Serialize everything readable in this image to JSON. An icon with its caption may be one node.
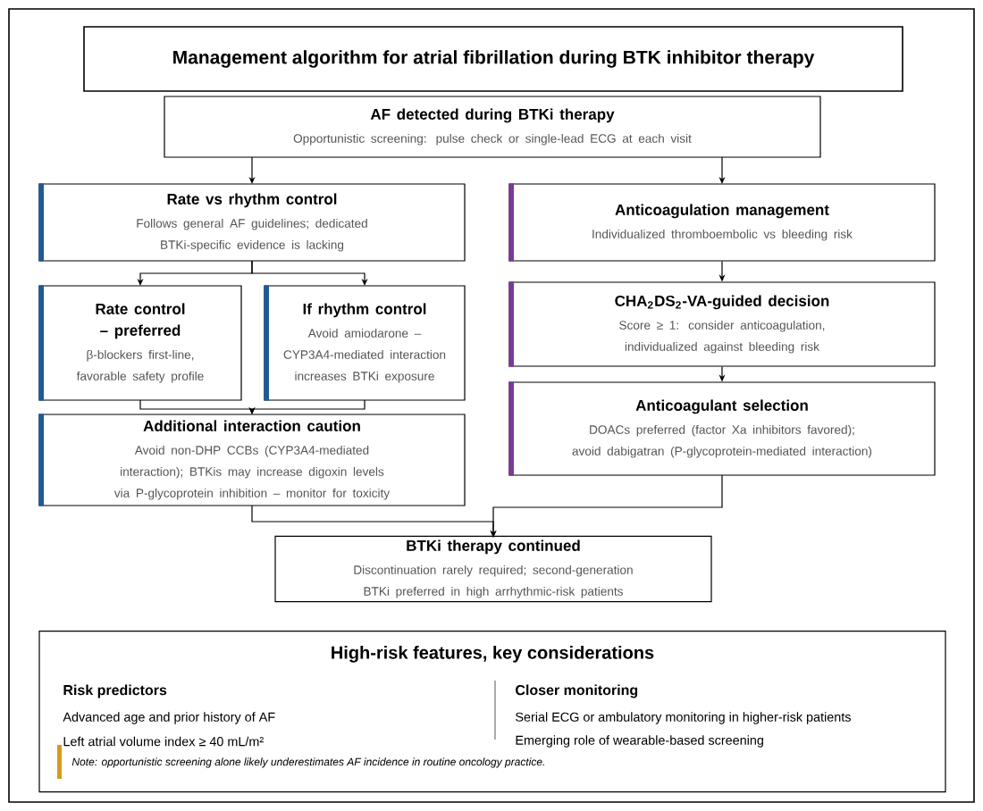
{
  "diagram": {
    "title": "Management algorithm for atrial fibrillation during BTK inhibitor therapy",
    "nodes": [
      {
        "text": [
          "AF detected during BTKi therapy",
          "Opportunistic screening: pulse check or single-lead ECG at each visit"
        ]
      },
      {
        "text": [
          "Rate vs rhythm control",
          "Follows general AF guidelines; dedicated BTKi-specific evidence is lacking"
        ]
      },
      {
        "text": [
          "Rate control – preferred",
          "β-blockers first-line, favorable safety profile"
        ]
      },
      {
        "text": [
          "If rhythm control",
          "Avoid amiodarone – CYP3A4-mediated interaction increases BTKi exposure"
        ]
      },
      {
        "text": [
          "Additional interaction caution",
          "Avoid non-DHP CCBs (CYP3A4-mediated interaction); BTKis may increase digoxin levels via P-glycoprotein inhibition – monitor for toxicity"
        ]
      },
      {
        "text": [
          "Anticoagulation management",
          "Individualized thromboembolic vs bleeding risk"
        ]
      },
      {
        "text": [
          "CHA$_{2}$DS$_{2}$-VA-guided decision",
          "Score ≥ 1: consider anticoagulation, individualized against bleeding risk"
        ]
      },
      {
        "text": [
          "Anticoagulant selection",
          "DOACs preferred (factor Xa inhibitors favored); avoid dabigatran (P-glycoprotein-mediated interaction)"
        ]
      },
      {
        "text": [
          "BTKi therapy continued",
          "Discontinuation rarely required; second-generation BTKi preferred in high arrhythmic-risk patients"
        ]
      },
      {
        "text": [
          "High-risk features, key considerations"
        ]
      }
    ],
    "edges": [
      {
        "from": 0,
        "to": 1,
        "arrow": "to"
      },
      {
        "from": 0,
        "to": 5,
        "arrow": "to"
      },
      {
        "from": 1,
        "to": 2,
        "arrow": "to"
      },
      {
        "from": 1,
        "to": 3,
        "arrow": "to"
      },
      {
        "from": 2,
        "to": 4,
        "arrow": "to"
      },
      {
        "from": 3,
        "to": 4,
        "arrow": "to"
      },
      {
        "from": 5,
        "to": 6,
        "arrow": "to"
      },
      {
        "from": 6,
        "to": 7,
        "arrow": "to"
      },
      {
        "from": 4,
        "to": 8,
        "arrow": "to"
      },
      {
        "from": 7,
        "to": 8,
        "arrow": "to"
      }
    ],
    "labels": [
      "Risk predictors",
      "Closer monitoring",
      "Advanced age and prior history of AF",
      "Serial ECG or ambulatory monitoring in higher-risk patients",
      "Left atrial volume index ≥ 40 mL/m²",
      "Emerging role of wearable-based screening",
      "Note: opportunistic screening alone likely underestimates AF incidence in routine oncology practice."
    ]
  }
}
